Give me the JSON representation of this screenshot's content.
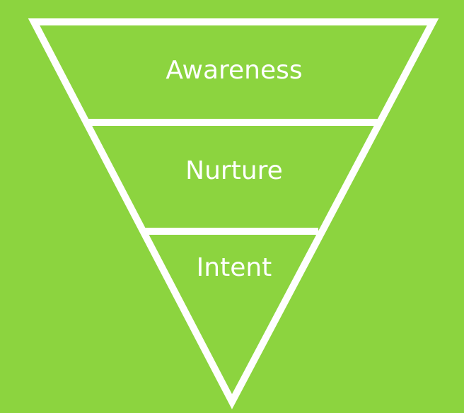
{
  "diagram": {
    "type": "funnel",
    "background_color": "#8cd43f",
    "line_color": "#ffffff",
    "stages": [
      {
        "label": "Awareness"
      },
      {
        "label": "Nurture"
      },
      {
        "label": "Intent"
      }
    ]
  }
}
